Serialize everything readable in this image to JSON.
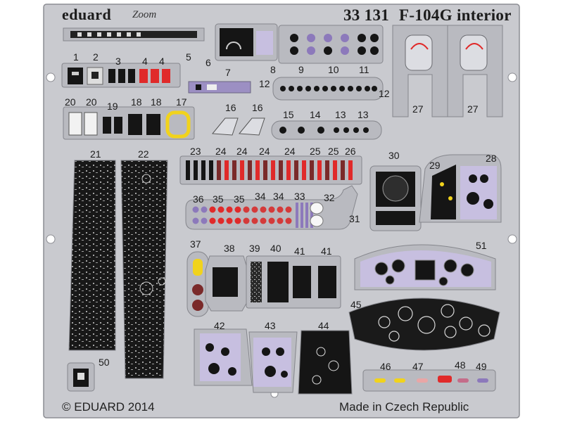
{
  "header": {
    "brand": "eduard",
    "zoom_logo": "Zoom",
    "set_number": "33 131",
    "set_title": "F-104G interior"
  },
  "footer": {
    "copyright": "© EDUARD 2014",
    "origin": "Made in Czech Republic"
  },
  "colors": {
    "fret": "#c9cacf",
    "fret_frame": "#b9bac0",
    "border": "#8c8d93",
    "panel_black": "#151515",
    "panel_grey": "#5b5d63",
    "instrument_lilac": "#c7bfe0",
    "warning_red": "#e02a2a",
    "caution_yellow": "#f1d31c",
    "knob_purple": "#8c79bb",
    "knob_maroon": "#7a2a2a"
  },
  "part_labels": [
    {
      "id": "p1",
      "text": "1"
    },
    {
      "id": "p2",
      "text": "2"
    },
    {
      "id": "p3",
      "text": "3"
    },
    {
      "id": "p4a",
      "text": "4"
    },
    {
      "id": "p4b",
      "text": "4"
    },
    {
      "id": "p5",
      "text": "5"
    },
    {
      "id": "p6",
      "text": "6"
    },
    {
      "id": "p7",
      "text": "7"
    },
    {
      "id": "p8",
      "text": "8"
    },
    {
      "id": "p9",
      "text": "9"
    },
    {
      "id": "p10",
      "text": "10"
    },
    {
      "id": "p11",
      "text": "11"
    },
    {
      "id": "p12a",
      "text": "12"
    },
    {
      "id": "p12b",
      "text": "12"
    },
    {
      "id": "p13a",
      "text": "13"
    },
    {
      "id": "p13b",
      "text": "13"
    },
    {
      "id": "p14",
      "text": "14"
    },
    {
      "id": "p15",
      "text": "15"
    },
    {
      "id": "p16a",
      "text": "16"
    },
    {
      "id": "p16b",
      "text": "16"
    },
    {
      "id": "p17",
      "text": "17"
    },
    {
      "id": "p18a",
      "text": "18"
    },
    {
      "id": "p18b",
      "text": "18"
    },
    {
      "id": "p19",
      "text": "19"
    },
    {
      "id": "p20a",
      "text": "20"
    },
    {
      "id": "p20b",
      "text": "20"
    },
    {
      "id": "p21",
      "text": "21"
    },
    {
      "id": "p22",
      "text": "22"
    },
    {
      "id": "p23",
      "text": "23"
    },
    {
      "id": "p24a",
      "text": "24"
    },
    {
      "id": "p24b",
      "text": "24"
    },
    {
      "id": "p24c",
      "text": "24"
    },
    {
      "id": "p24d",
      "text": "24"
    },
    {
      "id": "p25a",
      "text": "25"
    },
    {
      "id": "p25b",
      "text": "25"
    },
    {
      "id": "p26",
      "text": "26"
    },
    {
      "id": "p27a",
      "text": "27"
    },
    {
      "id": "p27b",
      "text": "27"
    },
    {
      "id": "p28",
      "text": "28"
    },
    {
      "id": "p29",
      "text": "29"
    },
    {
      "id": "p30",
      "text": "30"
    },
    {
      "id": "p31",
      "text": "31"
    },
    {
      "id": "p32",
      "text": "32"
    },
    {
      "id": "p33",
      "text": "33"
    },
    {
      "id": "p34a",
      "text": "34"
    },
    {
      "id": "p34b",
      "text": "34"
    },
    {
      "id": "p35a",
      "text": "35"
    },
    {
      "id": "p35b",
      "text": "35"
    },
    {
      "id": "p36",
      "text": "36"
    },
    {
      "id": "p37",
      "text": "37"
    },
    {
      "id": "p38",
      "text": "38"
    },
    {
      "id": "p39",
      "text": "39"
    },
    {
      "id": "p40",
      "text": "40"
    },
    {
      "id": "p41a",
      "text": "41"
    },
    {
      "id": "p41b",
      "text": "41"
    },
    {
      "id": "p42",
      "text": "42"
    },
    {
      "id": "p43",
      "text": "43"
    },
    {
      "id": "p44",
      "text": "44"
    },
    {
      "id": "p45",
      "text": "45"
    },
    {
      "id": "p46",
      "text": "46"
    },
    {
      "id": "p47",
      "text": "47"
    },
    {
      "id": "p48",
      "text": "48"
    },
    {
      "id": "p49",
      "text": "49"
    },
    {
      "id": "p50",
      "text": "50"
    },
    {
      "id": "p51",
      "text": "51"
    }
  ]
}
